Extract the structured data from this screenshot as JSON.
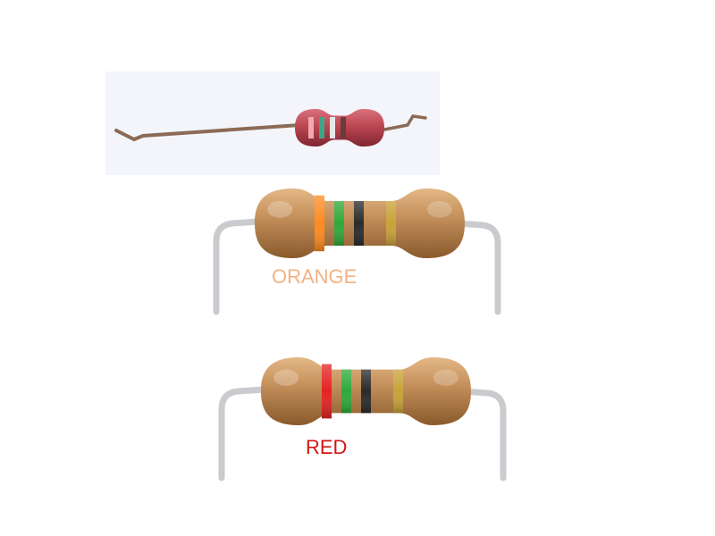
{
  "labels": {
    "top_resistor": "ORANGE",
    "bottom_resistor": "RED"
  },
  "colors": {
    "background": "#ffffff",
    "photo_background": "#f3f5fa",
    "photo_body": "#b8434f",
    "photo_lead": "#8c6a55",
    "resistor_body": "#c08a52",
    "resistor_body_shadow": "#8a5a2c",
    "lead_wire": "#c9cbcf",
    "band_orange": "#ff8a1e",
    "band_red": "#e52222",
    "band_green": "#2fa83a",
    "band_black": "#2a2a2a",
    "band_gold": "#c7a238",
    "label_orange": "#f5b183",
    "label_red": "#d01616"
  },
  "resistors": [
    {
      "name": "top",
      "bands": [
        "band_orange",
        "band_green",
        "band_black",
        "band_gold"
      ]
    },
    {
      "name": "bottom",
      "bands": [
        "band_red",
        "band_green",
        "band_black",
        "band_gold"
      ]
    }
  ],
  "photo": {
    "bands": [
      "#f0a9b0",
      "#39a88a",
      "#e8e8e8",
      "#6b3a3a"
    ]
  }
}
